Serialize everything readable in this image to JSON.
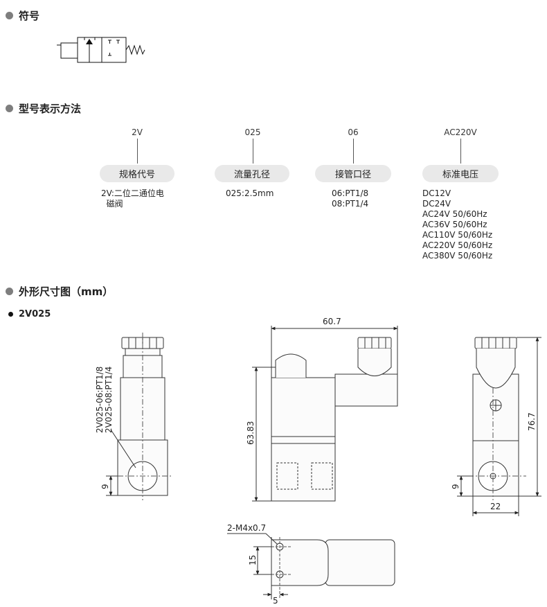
{
  "sections": {
    "symbol": "符号",
    "model": "型号表示方法",
    "dimensions": "外形尺寸图（mm）"
  },
  "sub_model": "2V025",
  "model_code": [
    {
      "value": "2V",
      "label": "规格代号",
      "desc": "2V:二位二通位电\n  磁阀"
    },
    {
      "value": "025",
      "label": "流量孔径",
      "desc": "025:2.5mm"
    },
    {
      "value": "06",
      "label": "接管口径",
      "desc": "06:PT1/8\n08:PT1/4"
    },
    {
      "value": "AC220V",
      "label": "标准电压",
      "desc": "DC12V\nDC24V\nAC24V 50/60Hz\nAC36V 50/60Hz\nAC110V 50/60Hz\nAC220V 50/60Hz\nAC380V 50/60Hz"
    }
  ],
  "drawing": {
    "port_label_1": "2V025-06:PT1/8",
    "port_label_2": "2V025-08:PT1/4",
    "dim_width": "60.7",
    "dim_height_front": "63.83",
    "dim_height_side": "76.7",
    "dim_port_left": "9",
    "dim_port_right": "9",
    "dim_base_width": "22",
    "dim_thread": "2-M4x0.7",
    "dim_hole_spacing": "15",
    "dim_hole_offset": "5"
  }
}
